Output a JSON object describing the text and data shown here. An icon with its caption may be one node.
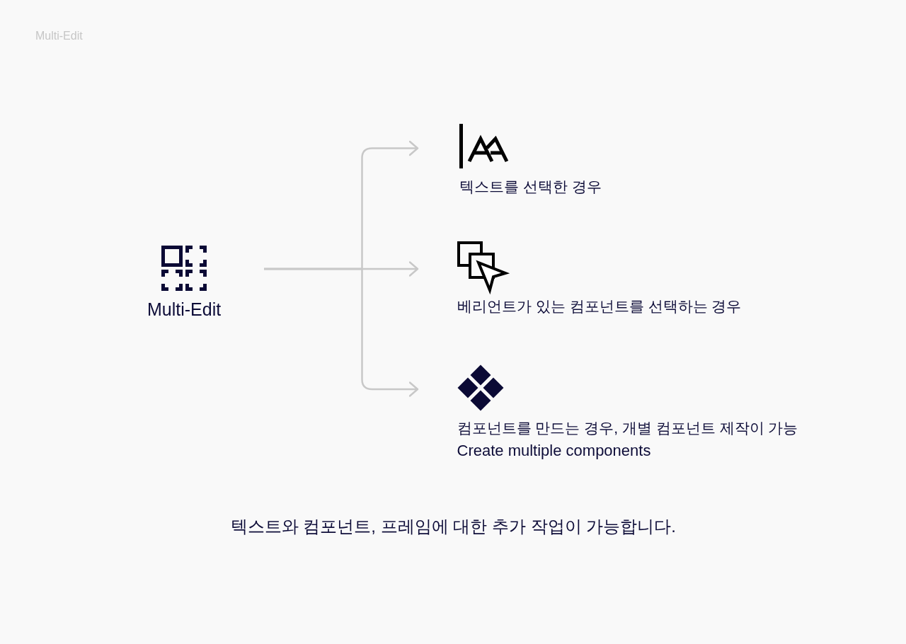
{
  "diagram": {
    "title": "Multi-Edit",
    "nodes": [
      {
        "text": [
          "Multi-Edit"
        ]
      },
      {
        "text": [
          "텍스트를 선택한 경우"
        ]
      },
      {
        "text": [
          "베리언트가 있는 컴포넌트를 선택하는 경우"
        ]
      },
      {
        "text": [
          "컴포넌트를 만드는 경우, 개별 컴포넌트 제작이 가능",
          "Create multiple components"
        ]
      }
    ],
    "edges": [
      {
        "from": 0,
        "to": 1,
        "arrow": "to"
      },
      {
        "from": 0,
        "to": 2,
        "arrow": "to"
      },
      {
        "from": 0,
        "to": 3,
        "arrow": "to"
      }
    ],
    "caption": "텍스트와 컴포넌트, 프레임에 대한 추가 작업이 가능합니다."
  }
}
